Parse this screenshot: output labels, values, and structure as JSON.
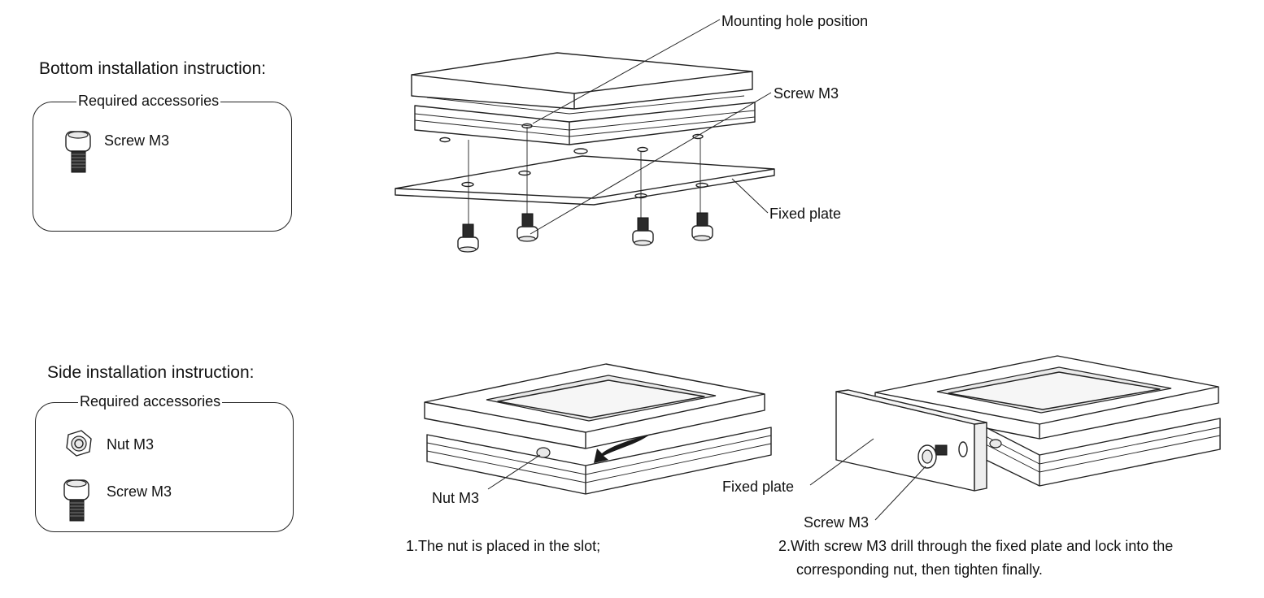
{
  "bottom_section": {
    "heading": "Bottom installation instruction:",
    "accessories_title": "Required accessories",
    "accessories": [
      {
        "label": "Screw M3",
        "icon": "screw-icon"
      }
    ],
    "callouts": {
      "mounting_hole": "Mounting hole position",
      "screw": "Screw M3",
      "fixed_plate": "Fixed plate"
    }
  },
  "side_section": {
    "heading": "Side installation instruction:",
    "accessories_title": "Required accessories",
    "accessories": [
      {
        "label": "Nut M3",
        "icon": "nut-icon"
      },
      {
        "label": "Screw M3",
        "icon": "screw-icon"
      }
    ],
    "callouts": {
      "nut": "Nut M3",
      "fixed_plate": "Fixed plate",
      "screw": "Screw M3"
    },
    "steps": [
      {
        "text": "1.The nut is placed in the slot;"
      },
      {
        "text": "2.With screw M3 drill through the fixed plate and lock into the",
        "continuation": "corresponding nut, then tighten finally."
      }
    ]
  }
}
